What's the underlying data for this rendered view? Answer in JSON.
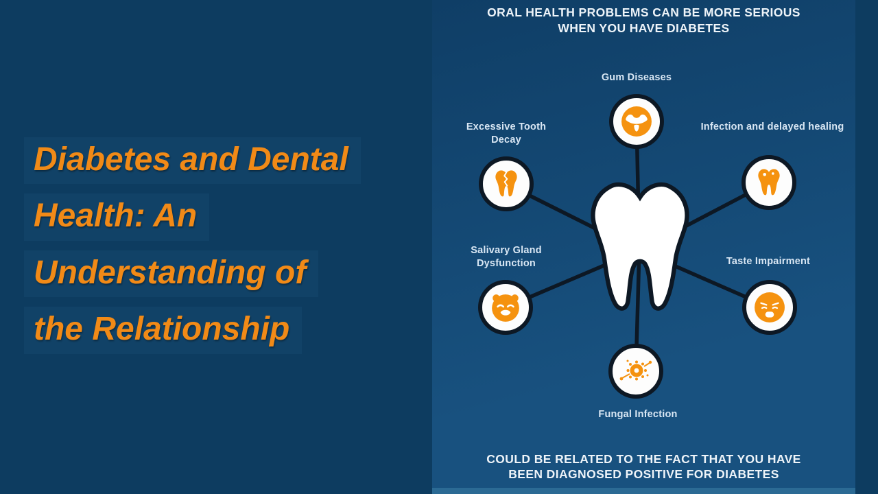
{
  "left_panel": {
    "headline_lines": [
      "Diabetes and Dental",
      "Health: An",
      "Understanding of",
      "the Relationship"
    ]
  },
  "infographic": {
    "title_line1": "ORAL HEALTH PROBLEMS CAN BE MORE SERIOUS",
    "title_line2": "WHEN YOU HAVE DIABETES",
    "center_icon": "tooth-icon",
    "nodes": [
      {
        "label": "Gum Diseases",
        "icon": "gum-diseases-icon"
      },
      {
        "label": "Excessive Tooth Decay",
        "icon": "tooth-decay-icon"
      },
      {
        "label": "Infection and delayed healing",
        "icon": "infected-tooth-icon"
      },
      {
        "label": "Salivary Gland Dysfunction",
        "icon": "sad-face-drops-icon"
      },
      {
        "label": "Taste Impairment",
        "icon": "sad-face-icon"
      },
      {
        "label": "Fungal Infection",
        "icon": "germ-icon"
      }
    ],
    "footer_line1": "COULD BE RELATED TO THE FACT THAT YOU HAVE",
    "footer_line2": "BEEN DIAGNOSED POSITIVE FOR DIABETES"
  },
  "colors": {
    "background": "#0d3c60",
    "panel_top": "#0f3e66",
    "panel_bottom": "#18517f",
    "highlight_box": "#114267",
    "accent_orange": "#f18a17",
    "icon_orange": "#f5920f",
    "text_light": "#eef4f9",
    "label_color": "#d9e7f4",
    "line_color": "#0d1824",
    "footer_strip": "#2b6a94"
  }
}
